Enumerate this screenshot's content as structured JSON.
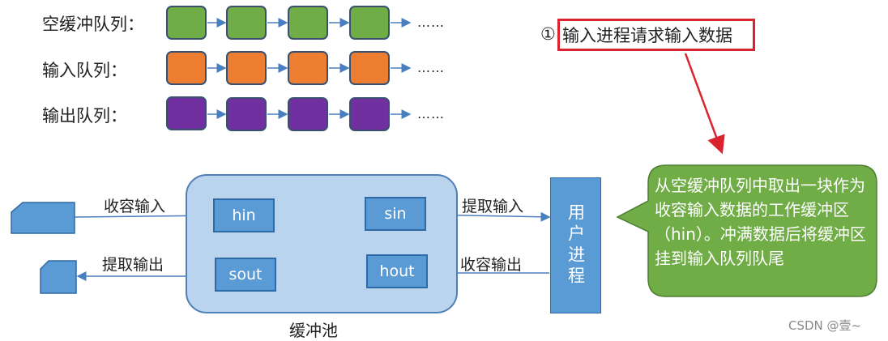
{
  "queues": [
    {
      "label": "空缓冲队列：",
      "color": "#70ad47",
      "ellipsis": "……"
    },
    {
      "label": "输入队列：",
      "color": "#ed7d31",
      "ellipsis": "……"
    },
    {
      "label": "输出队列：",
      "color": "#7030a0",
      "ellipsis": "……"
    }
  ],
  "pool": {
    "label": "缓冲池",
    "hin": "hin",
    "sin": "sin",
    "sout": "sout",
    "hout": "hout"
  },
  "process": "用户进程",
  "flows": {
    "collect_input": "收容输入",
    "extract_input": "提取输入",
    "extract_output": "提取输出",
    "collect_output": "收容输出"
  },
  "request": {
    "prefix": "①",
    "text": "输入进程请求输入数据"
  },
  "callout": "从空缓冲队列中取出一块作为收容输入数据的工作缓冲区（hin）。冲满数据后将缓冲区挂到输入队列队尾",
  "watermark": "CSDN @壹~",
  "colors": {
    "blue": "#5b9bd5",
    "pool_fill": "#b9d4ec",
    "callout": "#70ad47",
    "highlight": "#d9232e"
  }
}
